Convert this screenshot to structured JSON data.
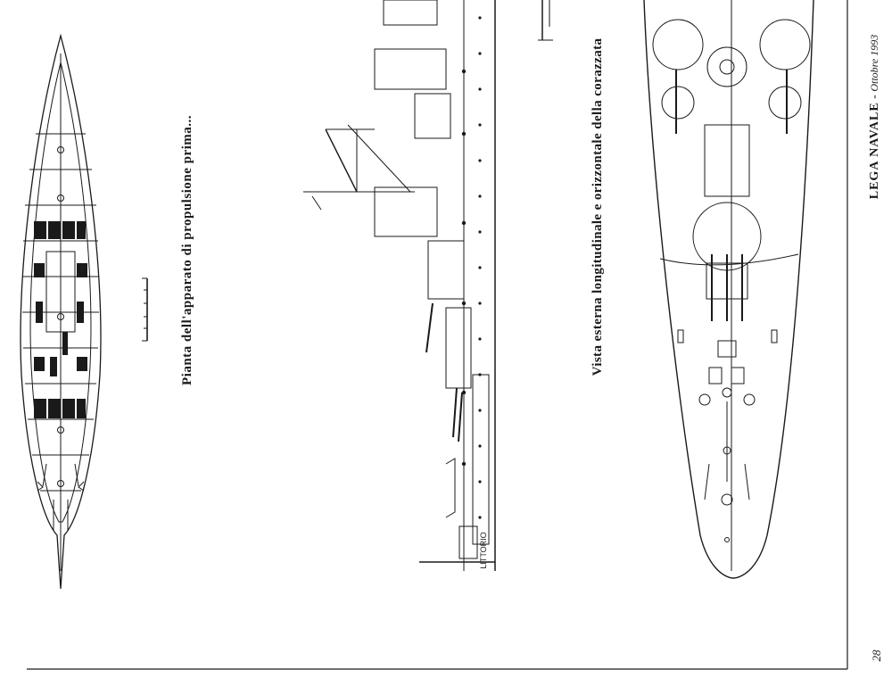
{
  "captions": {
    "propulsion_plan": "Pianta dell'apparato di propulsione prima...",
    "battleship_views": "Vista esterna longitudinale e orizzontale della corazzata"
  },
  "footer": {
    "magazine": "LEGA NAVALE",
    "separator": " - ",
    "date": "Ottobre 1993"
  },
  "page_number": "28",
  "hull_labels": {
    "stern_marking": "LITTORIO"
  },
  "colors": {
    "ink": "#1a1a1a",
    "paper": "#ffffff"
  }
}
